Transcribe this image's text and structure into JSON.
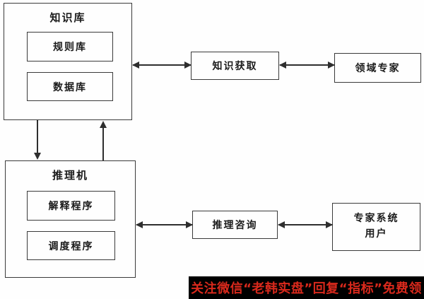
{
  "diagram": {
    "knowledge_base": {
      "title": "知识库",
      "items": [
        {
          "label": "规则库"
        },
        {
          "label": "数据库"
        }
      ]
    },
    "inference_engine": {
      "title": "推理机",
      "items": [
        {
          "label": "解释程序"
        },
        {
          "label": "调度程序"
        }
      ]
    },
    "knowledge_acquisition": {
      "label": "知识获取"
    },
    "domain_expert": {
      "label": "领域专家"
    },
    "inference_consultation": {
      "label": "推理咨询"
    },
    "expert_system_user": {
      "line1": "专家系统",
      "line2": "用户"
    }
  },
  "banner": {
    "text": "关注微信“老韩实盘”回复“指标”免费领",
    "background": "#000000",
    "text_color": "#d9291c"
  },
  "colors": {
    "box_border": "#3a3a3a",
    "arrow": "#2e2e2e",
    "text": "#1b1b1b",
    "page_background": "#fefefe"
  }
}
